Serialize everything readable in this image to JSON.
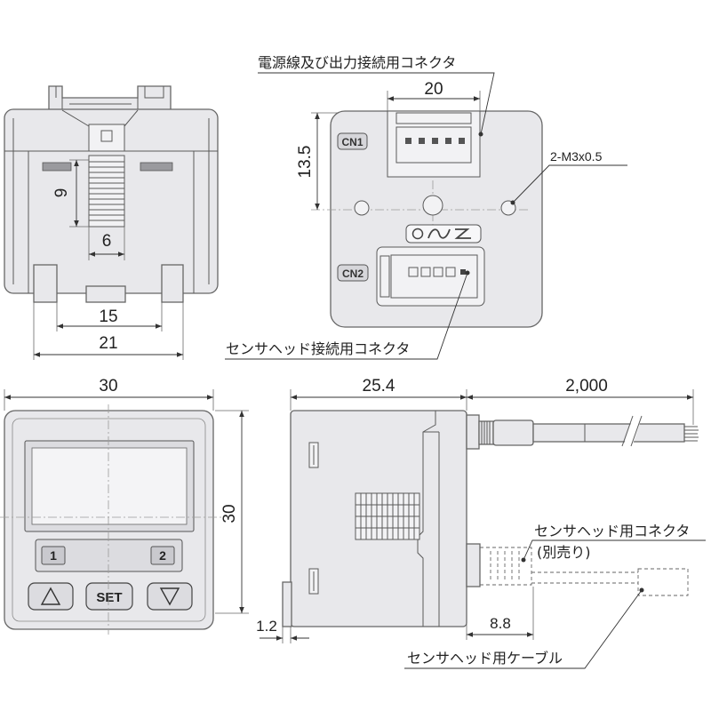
{
  "top_view": {
    "rib_height_dim": "9",
    "rib_width_dim": "6",
    "foot_inner_dim": "15",
    "foot_outer_dim": "21"
  },
  "back_view": {
    "power_connector_label": "電源線及び出力接続用コネクタ",
    "connector_width_dim": "20",
    "hole_height_dim": "13.5",
    "cn1_label": "CN1",
    "mounting_holes_label": "2-M3x0.5",
    "cn2_label": "CN2",
    "sensor_connector_label": "センサヘッド接続用コネクタ"
  },
  "front_view": {
    "width_dim": "30",
    "height_dim": "30",
    "key_1": "1",
    "key_2": "2",
    "set_button": "SET"
  },
  "side_view": {
    "depth_dim": "25.4",
    "cable_length_dim": "2,000",
    "bezel_dim": "1.2",
    "connector_dim": "8.8",
    "sensor_head_connector_label": "センサヘッド用コネクタ",
    "sensor_head_connector_note": "(別売り)",
    "sensor_head_cable_label": "センサヘッド用ケーブル"
  },
  "colors": {
    "body_fill": "#e8e8eb",
    "outline": "#666666",
    "text": "#222222"
  }
}
